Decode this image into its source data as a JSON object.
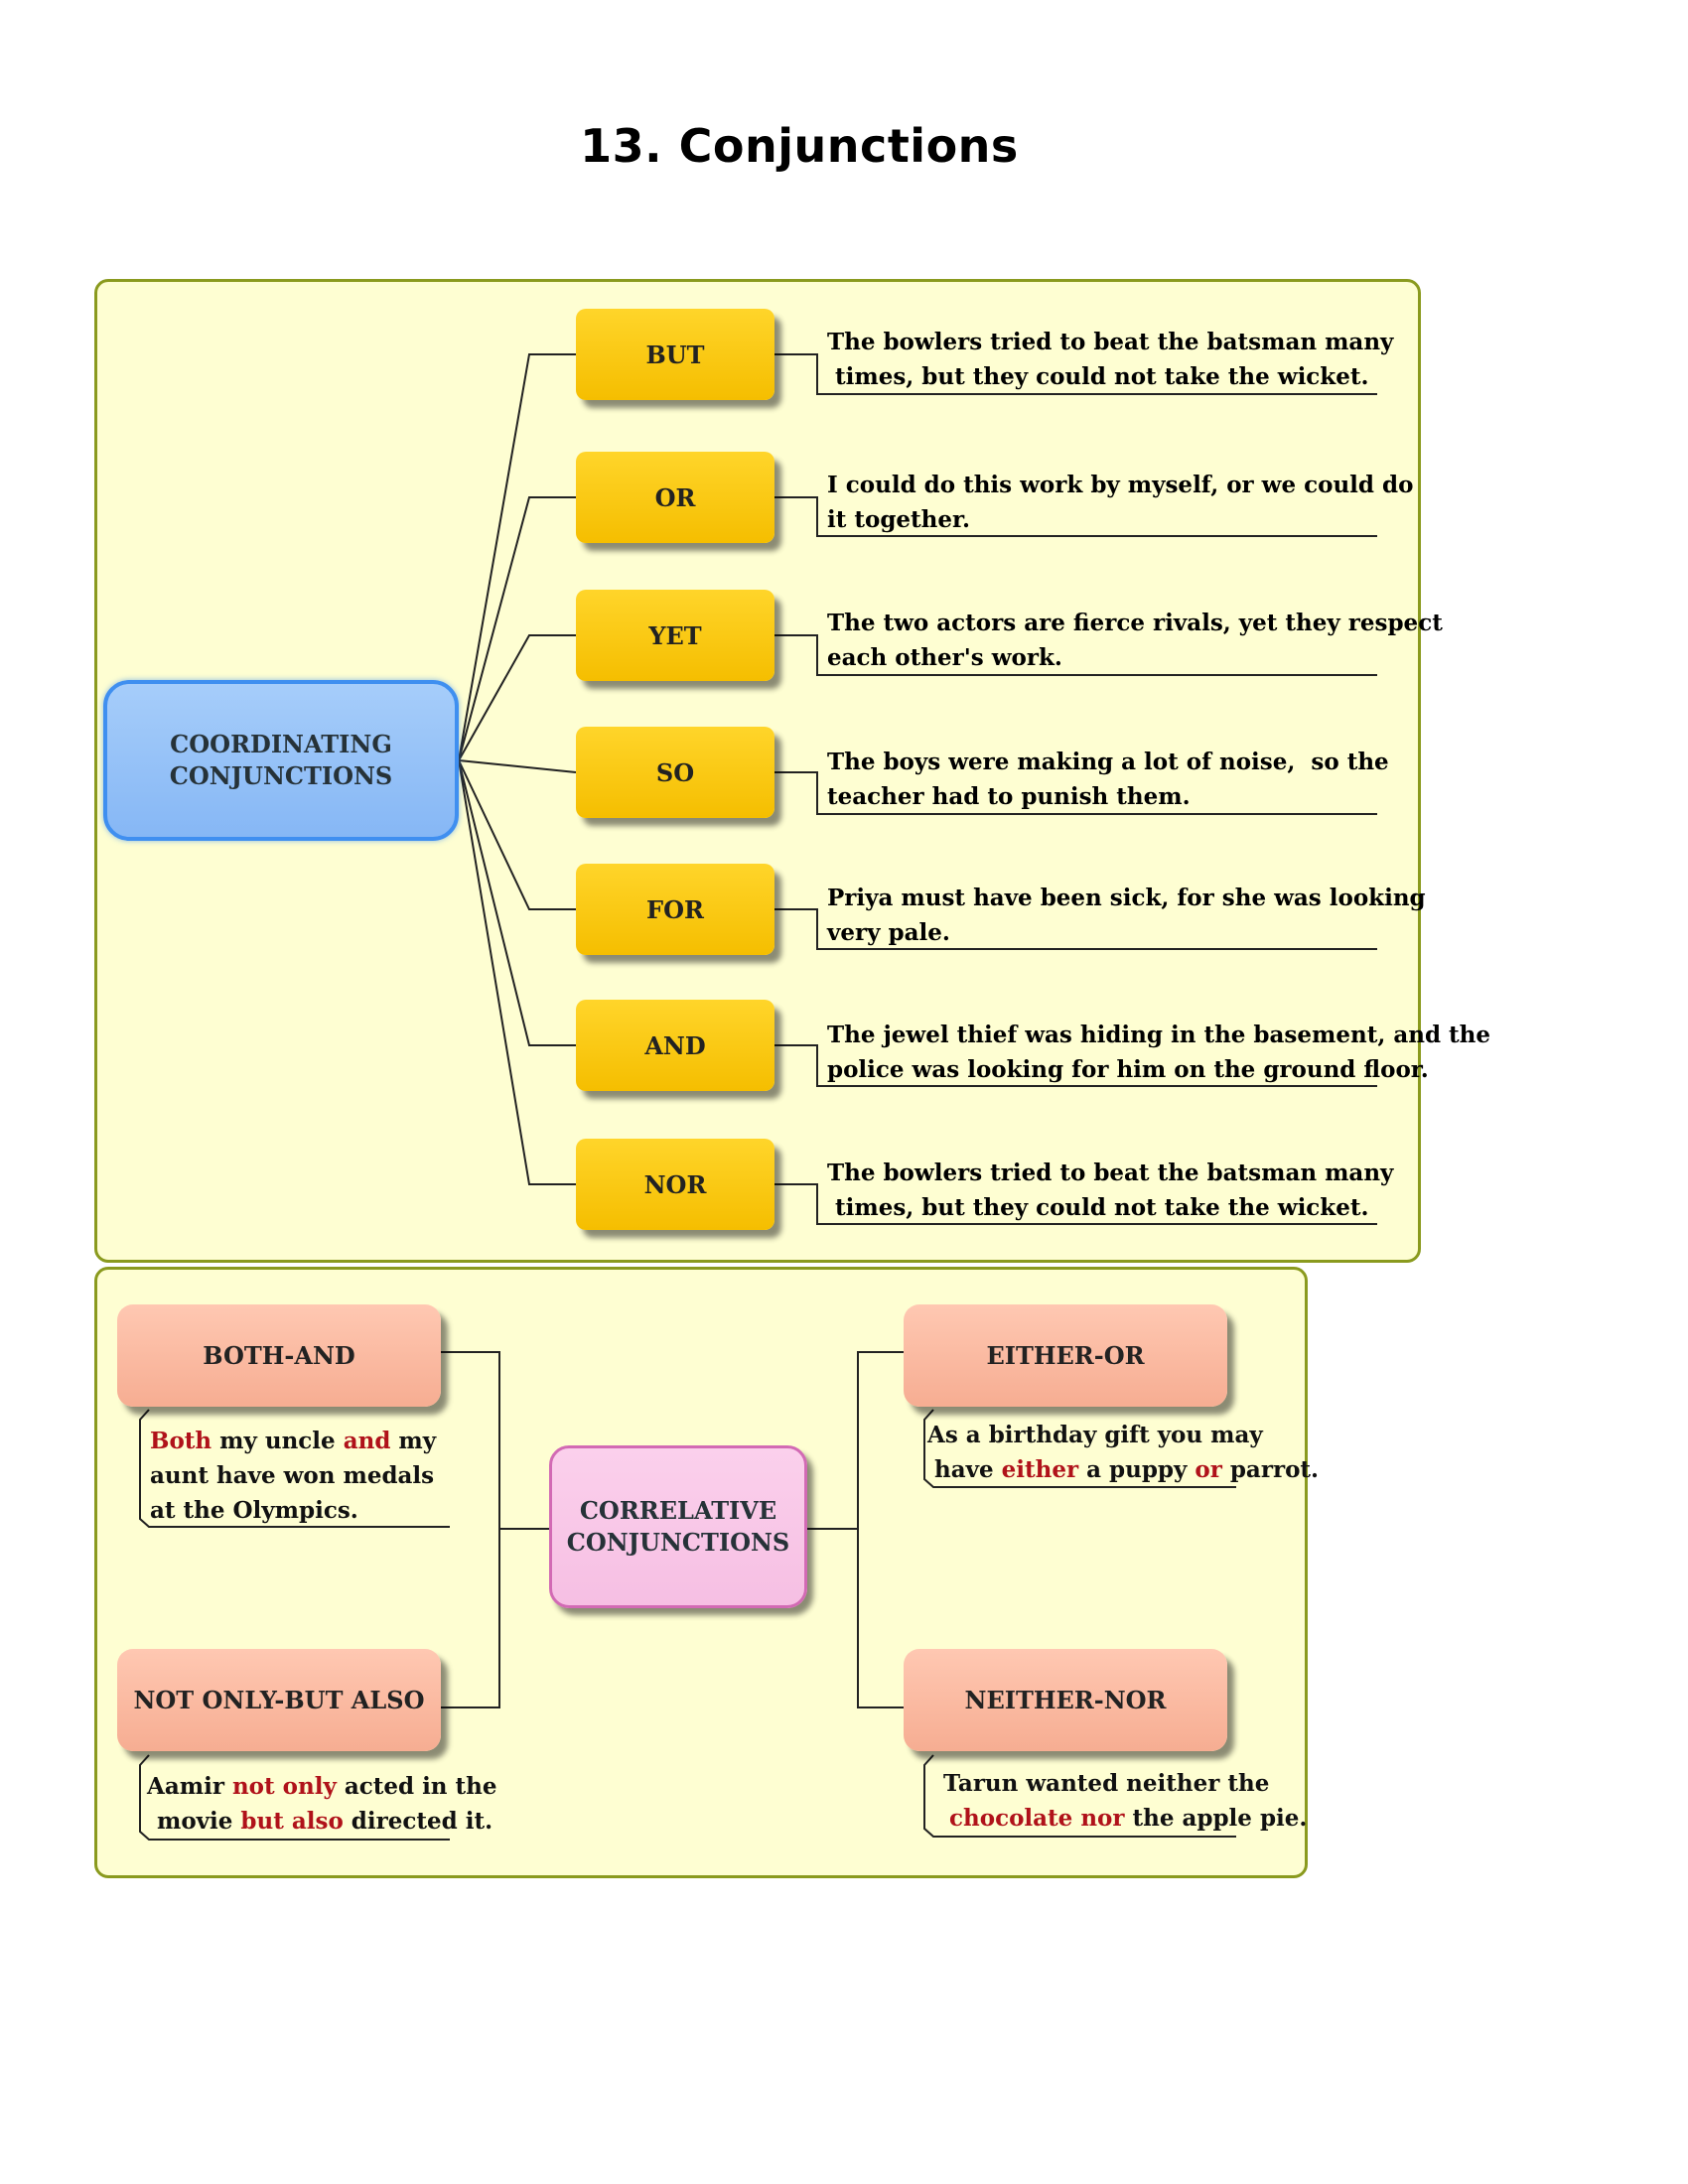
{
  "title": "13. Conjunctions",
  "coordinating": {
    "hub_line1": "COORDINATING",
    "hub_line2": "CONJUNCTIONS",
    "items": [
      {
        "label": "BUT",
        "line1": "The bowlers tried to beat the batsman many",
        "line2": " times, but they could not take the wicket."
      },
      {
        "label": "OR",
        "line1": "I could do this work by myself, or we could do",
        "line2": "it together."
      },
      {
        "label": "YET",
        "line1": "The two actors are fierce rivals, yet they respect",
        "line2": "each other's work."
      },
      {
        "label": "SO",
        "line1": "The boys were making a lot of noise,  so the",
        "line2": "teacher had to punish them."
      },
      {
        "label": "FOR",
        "line1": "Priya must have been sick, for she was looking",
        "line2": "very pale."
      },
      {
        "label": "AND",
        "line1": "The jewel thief was hiding in the basement, and the",
        "line2": "police was looking for him on the ground floor."
      },
      {
        "label": "NOR",
        "line1": "The bowlers tried to beat the batsman many",
        "line2": " times, but they could not take the wicket."
      }
    ]
  },
  "correlative": {
    "hub_line1": "CORRELATIVE",
    "hub_line2": "CONJUNCTIONS",
    "both_and": {
      "label": "BOTH-AND",
      "l1_a": "Both",
      "l1_b": " my uncle ",
      "l1_c": "and",
      "l1_d": " my",
      "l2": "aunt have won medals",
      "l3": "at the Olympics."
    },
    "either_or": {
      "label": "EITHER-OR",
      "l1": "As a birthday gift you may",
      "l2_a": "have ",
      "l2_b": "either",
      "l2_c": " a puppy ",
      "l2_d": "or",
      "l2_e": " parrot."
    },
    "not_only": {
      "label": "NOT ONLY-BUT ALSO",
      "l1_a": "Aamir ",
      "l1_b": "not only",
      "l1_c": " acted in the",
      "l2_a": "movie ",
      "l2_b": "but also",
      "l2_c": " directed it."
    },
    "neither_nor": {
      "label": "NEITHER-NOR",
      "l1": "Tarun wanted neither the",
      "l2_a": "chocolate nor",
      "l2_b": " the apple pie."
    }
  },
  "colors": {
    "panel_bg": "#fefed2",
    "panel_border": "#8a9a1e",
    "coord_hub": "#9cc7f8",
    "conj_box": "#fcc80c",
    "corr_hub": "#f9c8e8",
    "pair_box": "#f9b9a0",
    "highlight": "#b0121a"
  }
}
